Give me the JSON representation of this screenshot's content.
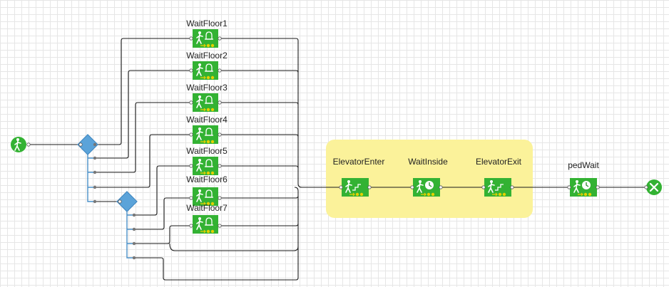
{
  "source": {
    "icon": "pedestrian-source-icon"
  },
  "sink": {
    "icon": "pedestrian-sink-icon"
  },
  "blocks": {
    "waitFloor1": {
      "label": "WaitFloor1",
      "icon": "pedestrian-wait-icon"
    },
    "waitFloor2": {
      "label": "WaitFloor2",
      "icon": "pedestrian-wait-icon"
    },
    "waitFloor3": {
      "label": "WaitFloor3",
      "icon": "pedestrian-wait-icon"
    },
    "waitFloor4": {
      "label": "WaitFloor4",
      "icon": "pedestrian-wait-icon"
    },
    "waitFloor5": {
      "label": "WaitFloor5",
      "icon": "pedestrian-wait-icon"
    },
    "waitFloor6": {
      "label": "WaitFloor6",
      "icon": "pedestrian-wait-icon"
    },
    "waitFloor7": {
      "label": "WaitFloor7",
      "icon": "pedestrian-wait-icon"
    },
    "elevatorEnter": {
      "label": "ElevatorEnter",
      "icon": "pedestrian-enter-icon"
    },
    "waitInside": {
      "label": "WaitInside",
      "icon": "pedestrian-delay-icon"
    },
    "elevatorExit": {
      "label": "ElevatorExit",
      "icon": "pedestrian-exit-icon"
    },
    "pedWait": {
      "label": "pedWait",
      "icon": "pedestrian-delay-icon"
    }
  },
  "colors": {
    "block_green": "#33b233",
    "highlight": "#fbf29a",
    "selectoutput": "#5ba3d9",
    "link": "#1a1a1a",
    "port_dot": "#e5d000"
  }
}
